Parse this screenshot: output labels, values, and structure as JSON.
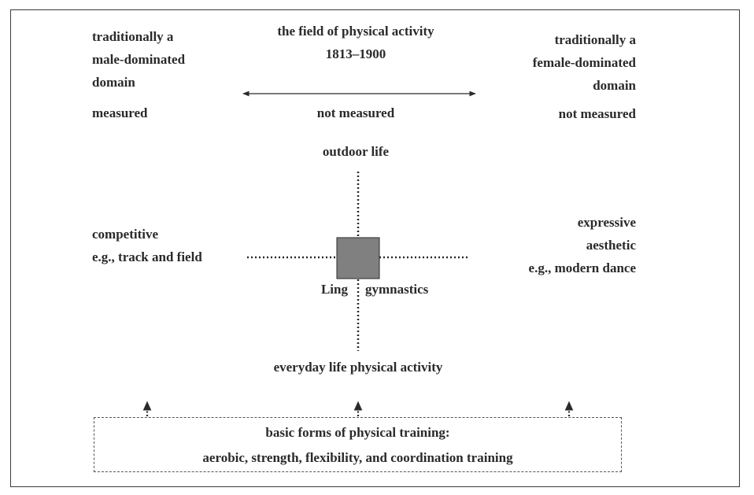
{
  "title": {
    "line1": "the field of physical activity",
    "line2": "1813–1900"
  },
  "left_header": {
    "lines": [
      "traditionally a",
      "male-dominated",
      "domain"
    ],
    "measure": "measured"
  },
  "right_header": {
    "lines": [
      "traditionally a",
      "female-dominated",
      "domain"
    ],
    "measure": "not measured"
  },
  "center_measure": "not measured",
  "top_pole": "outdoor life",
  "bottom_pole": "everyday life physical activity",
  "left_pole": {
    "lines": [
      "competitive",
      "e.g., track and field"
    ]
  },
  "right_pole": {
    "lines": [
      "expressive",
      "aesthetic",
      "e.g., modern dance"
    ]
  },
  "center_label": {
    "left": "Ling",
    "right": "gymnastics"
  },
  "basic_forms": {
    "line1": "basic forms of physical training:",
    "line2": "aerobic, strength, flexibility, and coordination training"
  },
  "colors": {
    "text": "#2a2a2a",
    "center_square": "#808080",
    "lines": "#2a2a2a"
  }
}
